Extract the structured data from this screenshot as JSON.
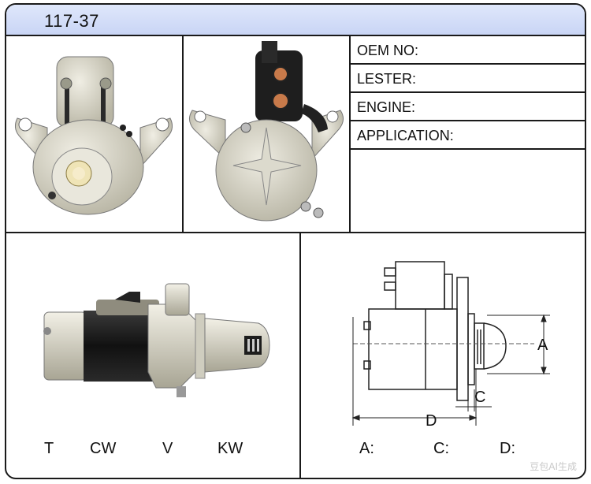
{
  "title": "117-37",
  "specs": {
    "oem_no": "OEM NO:",
    "lester": "LESTER:",
    "engine": "ENGINE:",
    "application": "APPLICATION:"
  },
  "rotation_labels": {
    "t": "T",
    "cw": "CW",
    "v": "V",
    "kw": "KW"
  },
  "dimension_labels": {
    "a": "A",
    "c": "C",
    "d": "D"
  },
  "dimension_values": {
    "a": "A:",
    "c": "C:",
    "d": "D:"
  },
  "watermark": "豆包AI生成",
  "colors": {
    "header_bg": "#c9d5f5",
    "border": "#1a1a1a",
    "metal": "#d8d6c8",
    "dark_housing": "#1c1c1c"
  }
}
